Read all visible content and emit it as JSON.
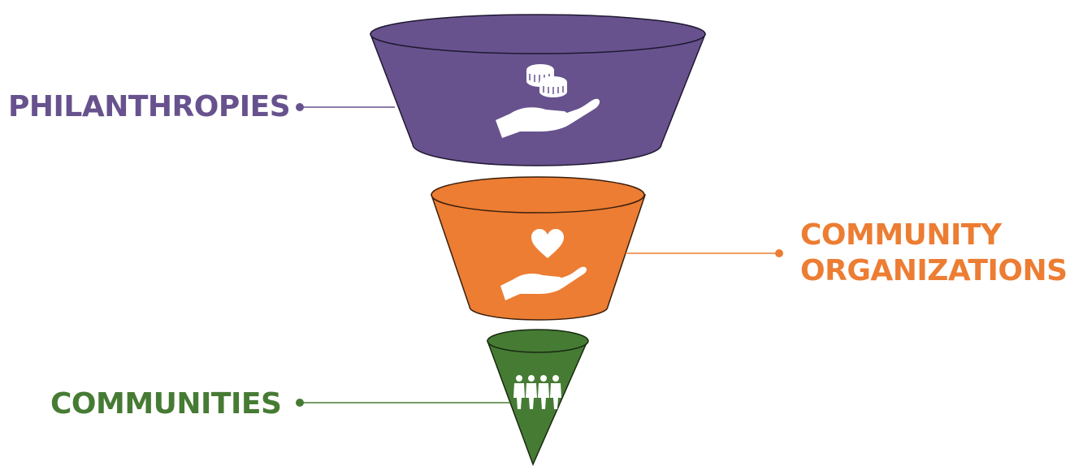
{
  "diagram": {
    "stages": [
      {
        "id": "philanthropies",
        "label": "PHILANTHROPIES",
        "color": "#67528e",
        "icon": "coins-on-hand-icon"
      },
      {
        "id": "community-organizations",
        "label": "COMMUNITY ORGANIZATIONS",
        "color": "#ec7d33",
        "icon": "heart-on-hand-icon"
      },
      {
        "id": "communities",
        "label": "COMMUNITIES",
        "color": "#467b34",
        "icon": "people-group-icon"
      }
    ]
  }
}
